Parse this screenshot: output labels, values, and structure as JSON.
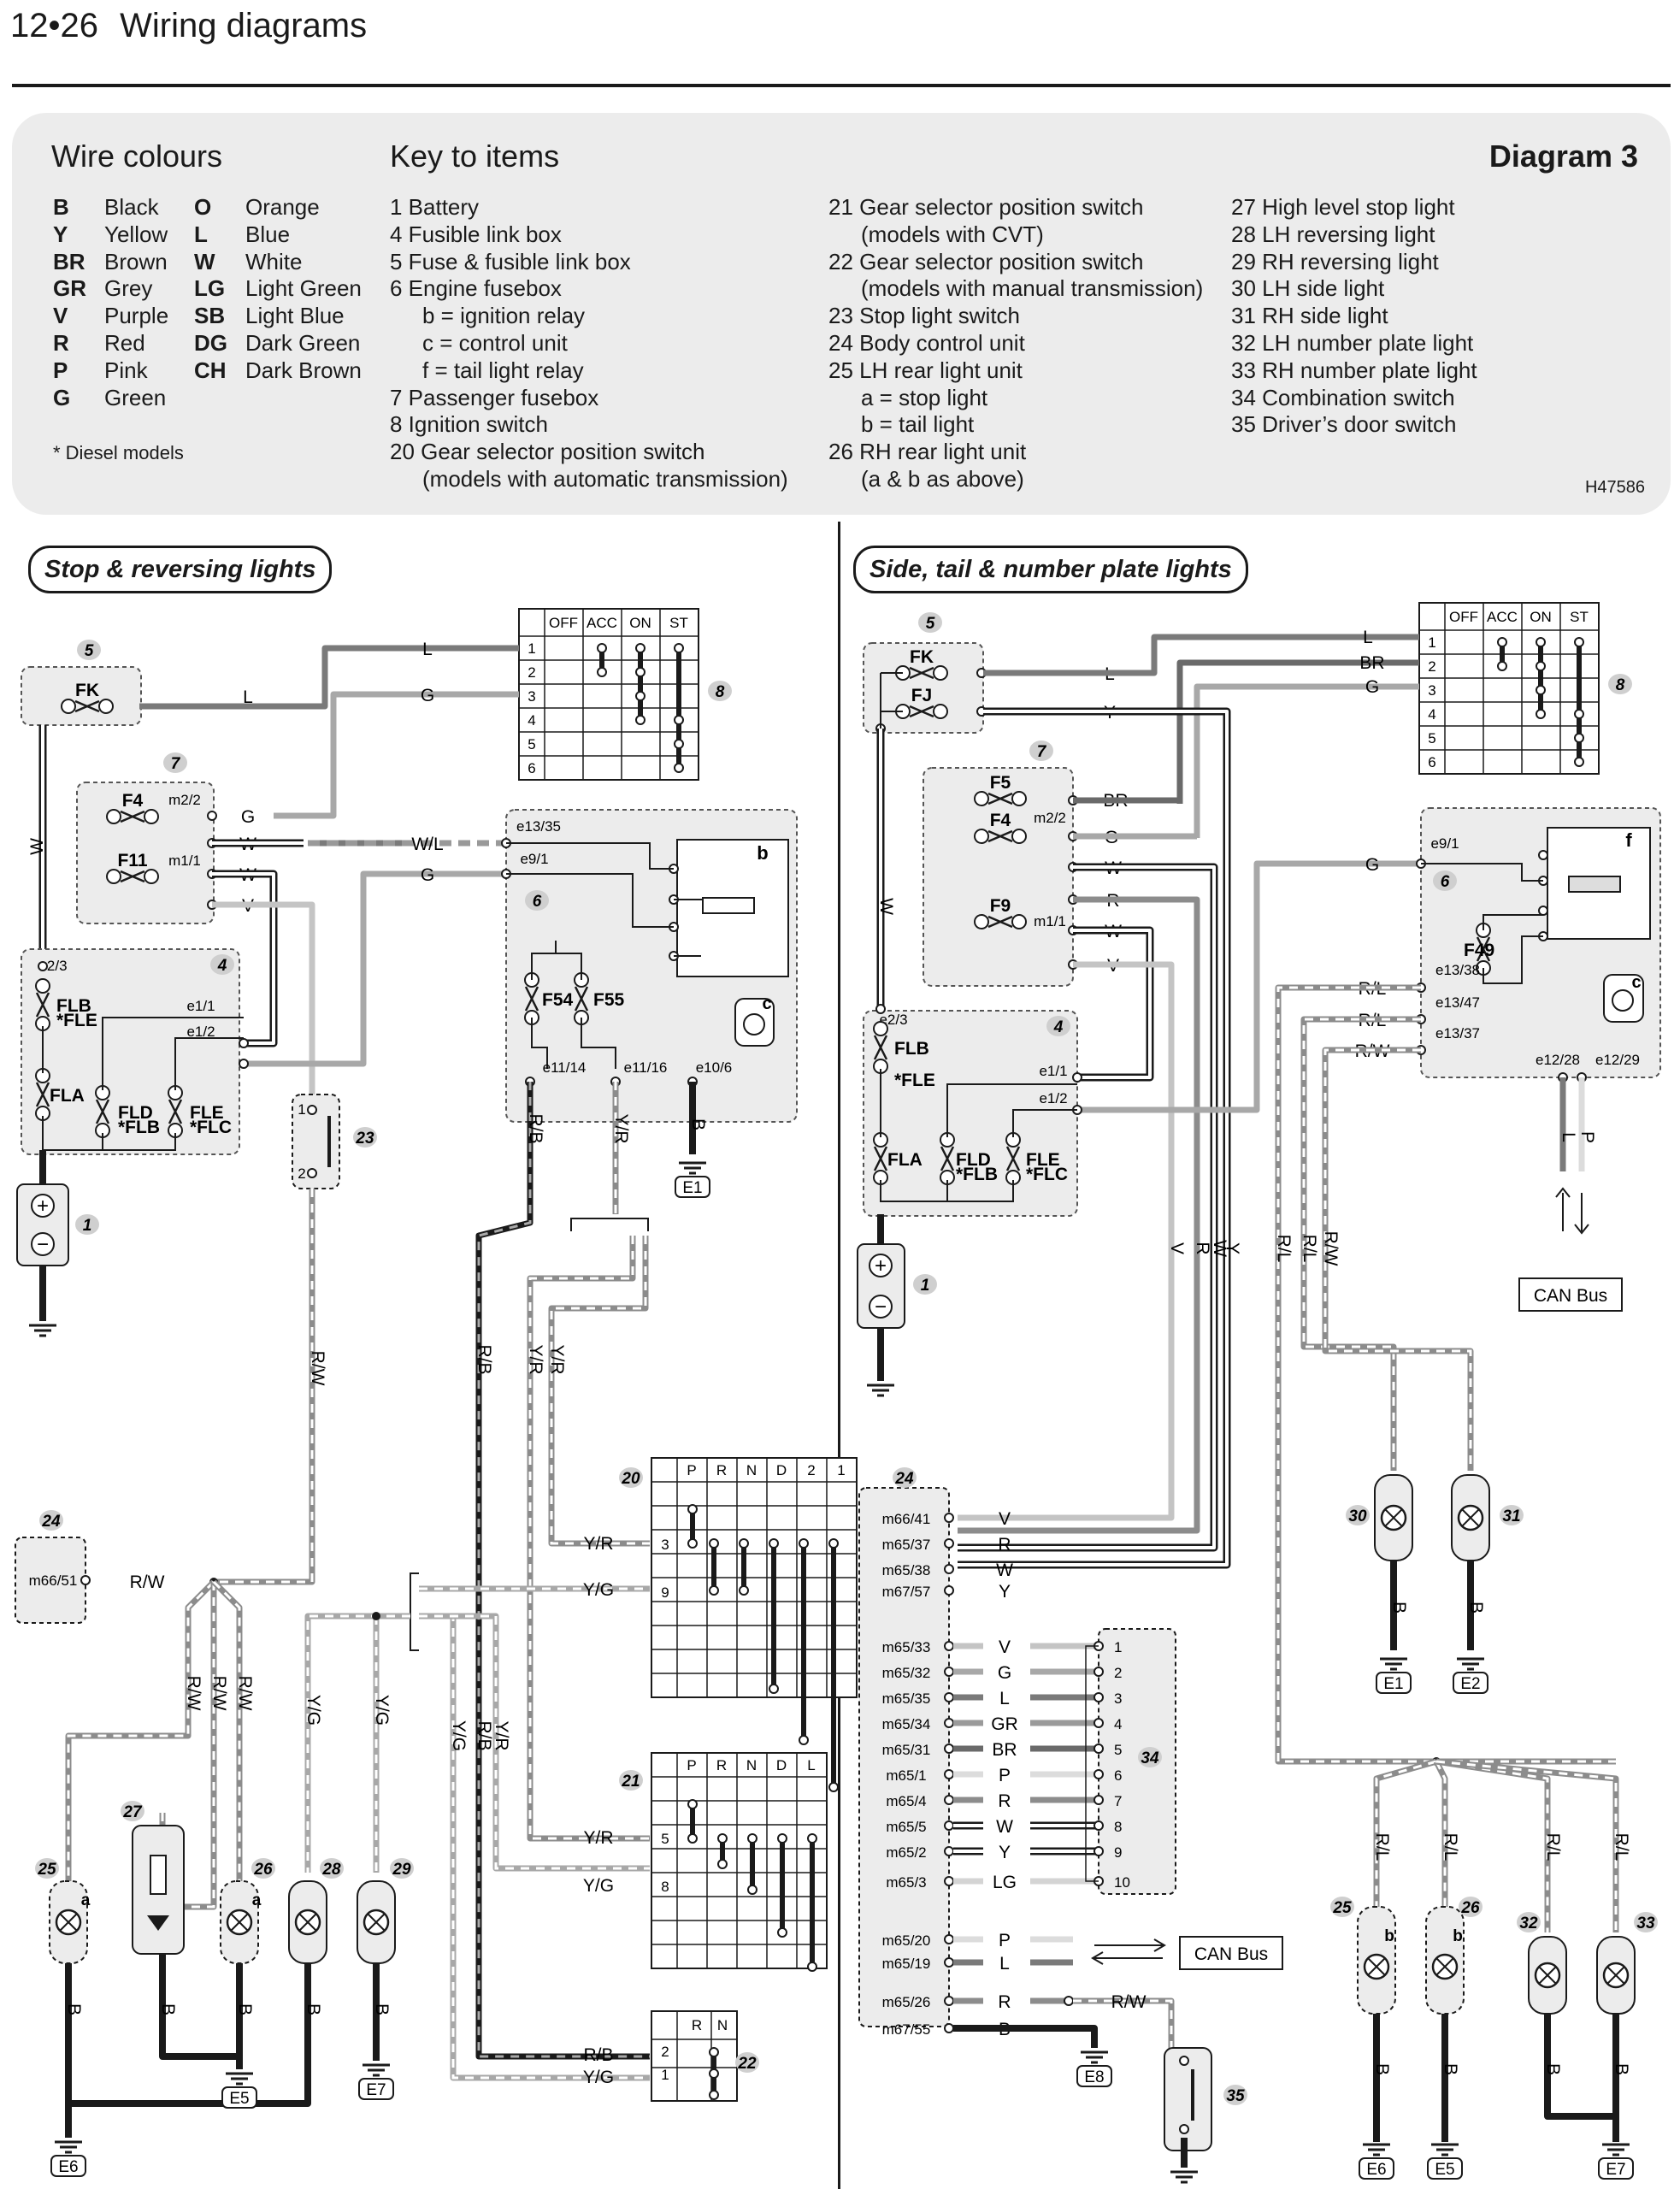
{
  "header": {
    "page_number": "12•26",
    "title": "Wiring diagrams"
  },
  "key_panel": {
    "wire_colours_title": "Wire colours",
    "key_title": "Key to items",
    "diagram_label": "Diagram 3",
    "wire_colours": [
      {
        "code": "B",
        "name": "Black"
      },
      {
        "code": "Y",
        "name": "Yellow"
      },
      {
        "code": "BR",
        "name": "Brown"
      },
      {
        "code": "GR",
        "name": "Grey"
      },
      {
        "code": "V",
        "name": "Purple"
      },
      {
        "code": "R",
        "name": "Red"
      },
      {
        "code": "P",
        "name": "Pink"
      },
      {
        "code": "G",
        "name": "Green"
      },
      {
        "code": "O",
        "name": "Orange"
      },
      {
        "code": "L",
        "name": "Blue"
      },
      {
        "code": "W",
        "name": "White"
      },
      {
        "code": "LG",
        "name": "Light Green"
      },
      {
        "code": "SB",
        "name": "Light Blue"
      },
      {
        "code": "DG",
        "name": "Dark Green"
      },
      {
        "code": "CH",
        "name": "Dark Brown"
      }
    ],
    "note": "* Diesel models",
    "key_col1": [
      "1 Battery",
      "4 Fusible link box",
      "5 Fuse & fusible link box",
      "6 Engine fusebox",
      "b = ignition relay",
      "c = control unit",
      "f = tail light relay",
      "7 Passenger fusebox",
      "8 Ignition switch",
      "20 Gear selector position switch",
      "(models with automatic transmission)"
    ],
    "key_col2": [
      "21 Gear selector position switch",
      "(models with CVT)",
      "22 Gear selector position switch",
      "(models with manual transmission)",
      "23 Stop light switch",
      "24 Body control unit",
      "25 LH rear light unit",
      "a = stop light",
      "b = tail light",
      "26 RH rear light unit",
      "(a & b as above)"
    ],
    "key_col3": [
      "27 High level stop light",
      "28 LH reversing light",
      "29 RH reversing light",
      "30 LH side light",
      "31 RH side light",
      "32 LH number plate light",
      "33 RH number plate light",
      "34 Combination switch",
      "35 Driver’s door switch"
    ],
    "reference": "H47586"
  },
  "sections": {
    "left_title": "Stop & reversing lights",
    "right_title": "Side, tail & number plate lights"
  },
  "diagram_labels": {
    "ign_cols": [
      "OFF",
      "ACC",
      "ON",
      "ST"
    ],
    "ign_rows": [
      "1",
      "2",
      "3",
      "4",
      "5",
      "6"
    ],
    "gear20_cols": [
      "P",
      "R",
      "N",
      "D",
      "2",
      "1"
    ],
    "gear21_cols": [
      "P",
      "R",
      "N",
      "D",
      "L"
    ],
    "gear22_cols": [
      "R",
      "N"
    ],
    "bcu_left_pins": [
      "m66/41",
      "m65/37",
      "m65/38",
      "m67/57",
      "m65/33",
      "m65/32",
      "m65/35",
      "m65/34",
      "m65/31",
      "m65/1",
      "m65/4",
      "m65/5",
      "m65/2",
      "m65/3",
      "m65/20",
      "m65/19",
      "m65/26",
      "m67/55"
    ],
    "bcu_left_wires": [
      "V",
      "R",
      "W",
      "Y",
      "V",
      "G",
      "L",
      "GR",
      "BR",
      "P",
      "R",
      "W",
      "Y",
      "LG",
      "P",
      "L",
      "R",
      "B"
    ],
    "switch34_pins": [
      "1",
      "2",
      "3",
      "4",
      "5",
      "6",
      "7",
      "8",
      "9",
      "10"
    ],
    "can_bus": "CAN Bus",
    "earths_left": [
      "E1",
      "E5",
      "E6",
      "E7"
    ],
    "earths_right": [
      "E8",
      "E1",
      "E2",
      "E6",
      "E5",
      "E7"
    ]
  }
}
